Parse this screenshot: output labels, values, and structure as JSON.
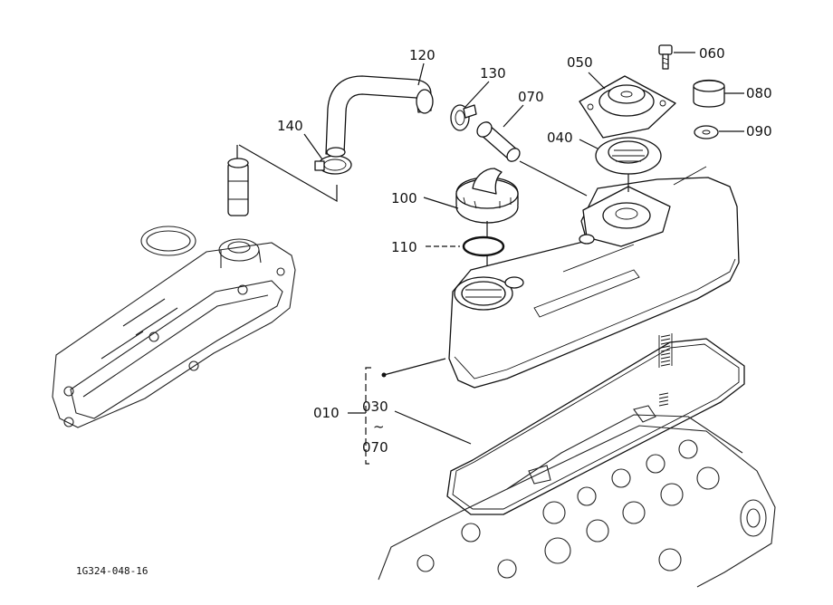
{
  "diagram": {
    "code": "1G324-048-16",
    "parts": {
      "p010": "010",
      "p030": "030",
      "tilde": "~",
      "p070_range": "070",
      "p040": "040",
      "p050": "050",
      "p060": "060",
      "p070": "070",
      "p080": "080",
      "p090": "090",
      "p100": "100",
      "p110": "110",
      "p120": "120",
      "p130": "130",
      "p140": "140"
    }
  }
}
